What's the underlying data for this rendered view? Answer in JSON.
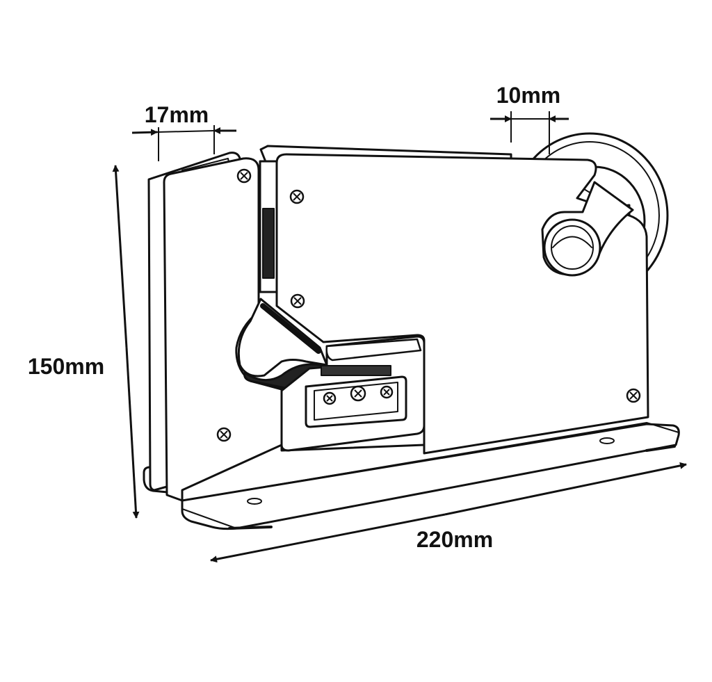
{
  "dimensions": {
    "depth_label": "17mm",
    "tape_width_label": "10mm",
    "height_label": "150mm",
    "length_label": "220mm"
  },
  "colors": {
    "line": "#111111",
    "fill": "#ffffff",
    "background": "#ffffff"
  }
}
